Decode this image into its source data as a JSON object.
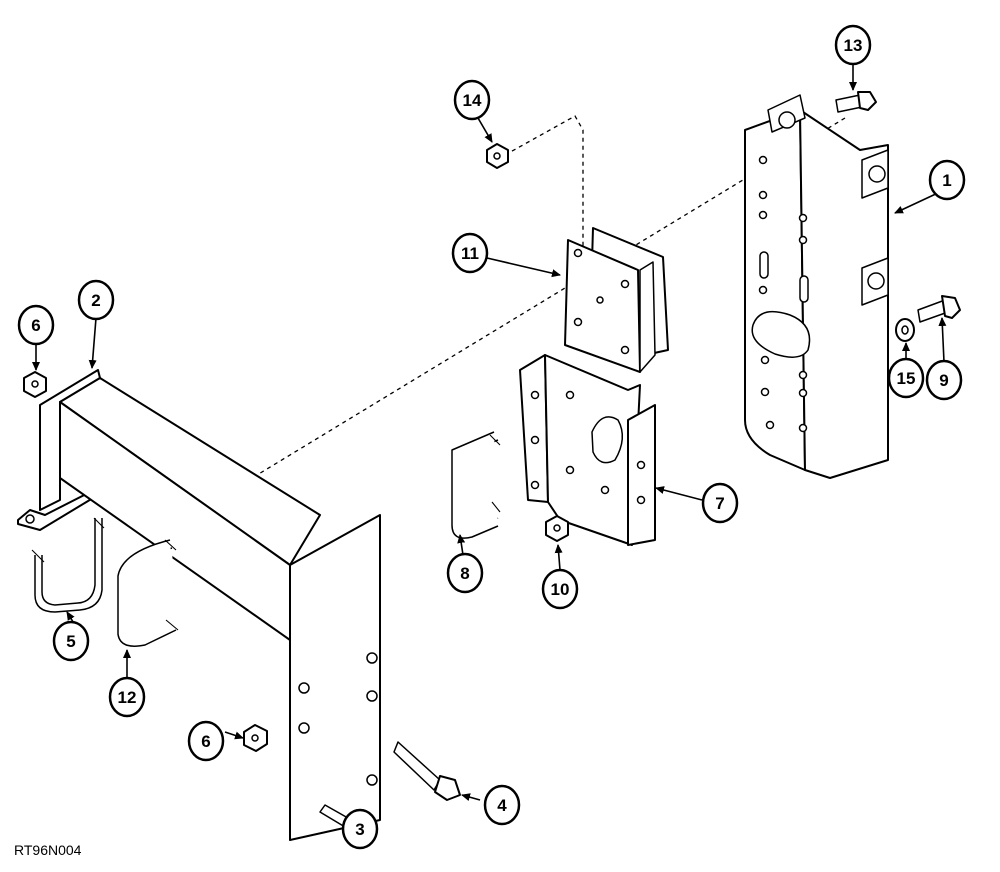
{
  "figure": {
    "reference_code": "RT96N004",
    "callouts": [
      "1",
      "2",
      "3",
      "4",
      "5",
      "6",
      "6",
      "7",
      "8",
      "9",
      "10",
      "11",
      "12",
      "13",
      "14",
      "15"
    ]
  }
}
